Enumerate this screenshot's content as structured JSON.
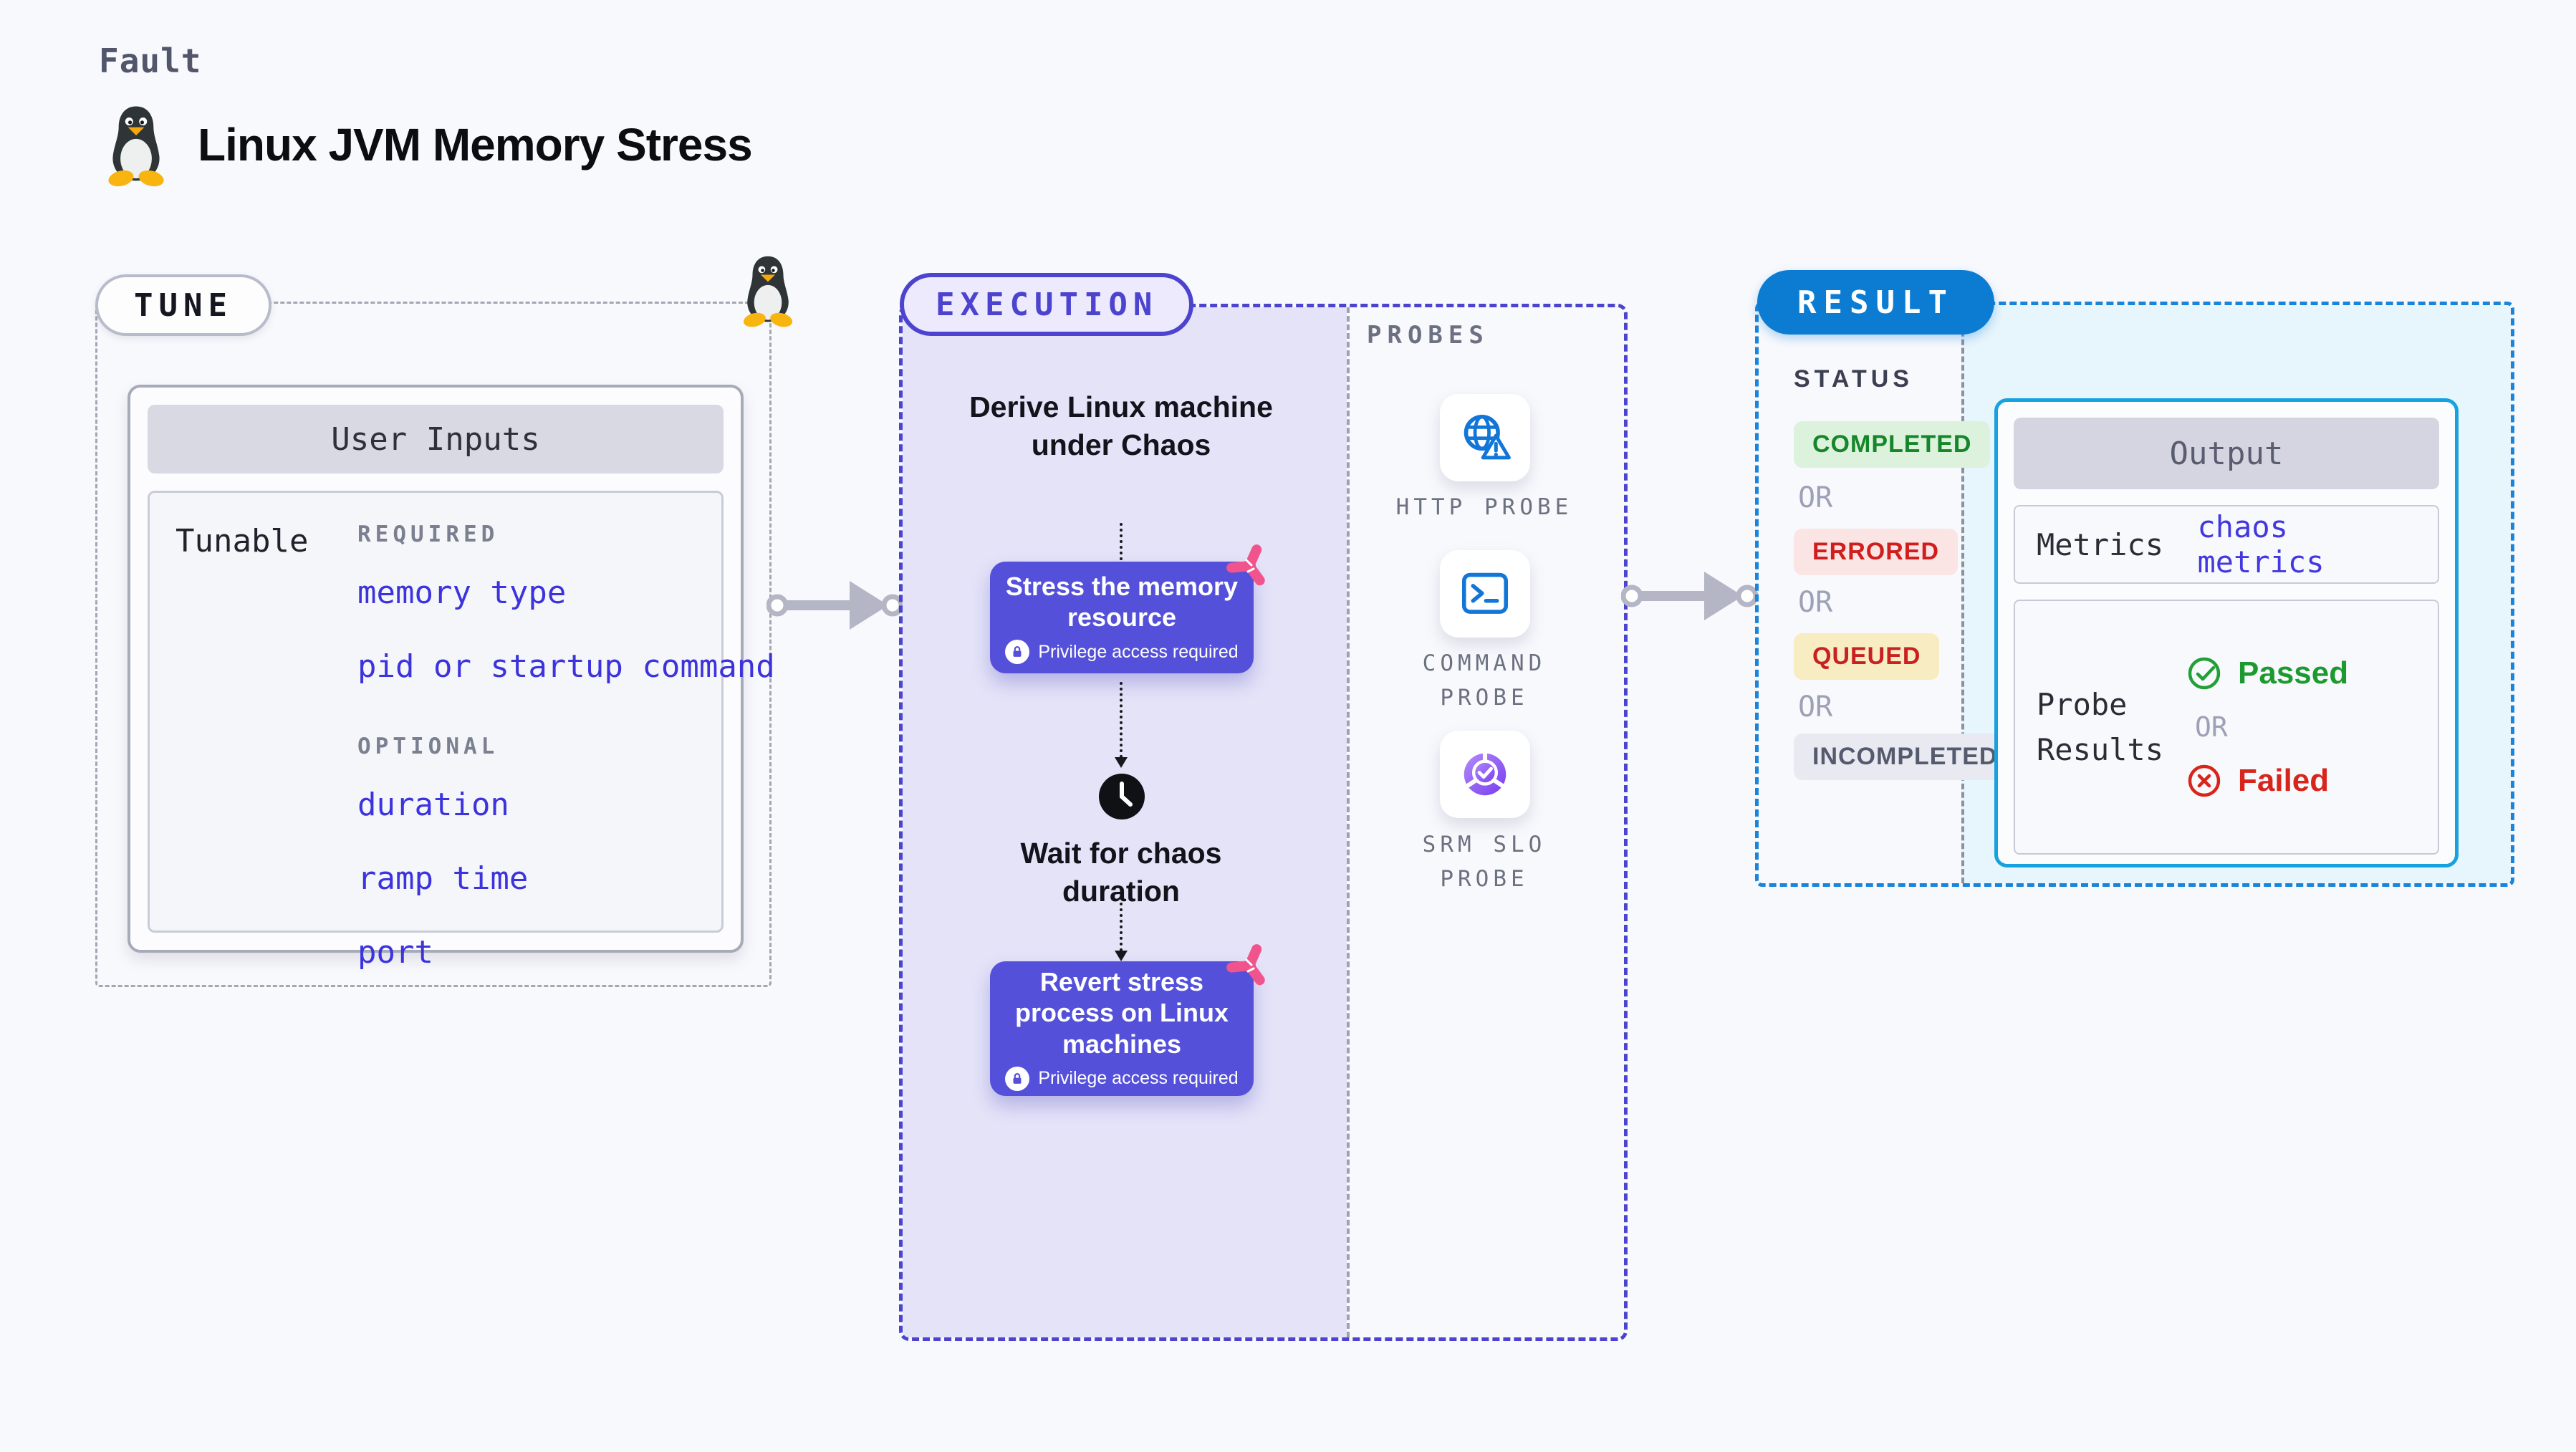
{
  "header": {
    "fault_label": "Fault",
    "title": "Linux JVM Memory Stress"
  },
  "tune": {
    "badge": "TUNE",
    "card_title": "User Inputs",
    "row_label": "Tunable",
    "required_label": "REQUIRED",
    "optional_label": "OPTIONAL",
    "required_fields": [
      "memory type",
      "pid or startup command"
    ],
    "optional_fields": [
      "duration",
      "ramp time",
      "port"
    ]
  },
  "execution": {
    "badge": "EXECUTION",
    "derive_step": "Derive Linux machine under Chaos",
    "stress_step": "Stress the memory resource",
    "wait_step": "Wait for chaos duration",
    "revert_step": "Revert stress process on Linux machines",
    "privilege_note": "Privilege access required"
  },
  "probes": {
    "label": "PROBES",
    "items": [
      {
        "label": "HTTP PROBE",
        "icon": "globe-alert-icon"
      },
      {
        "label": "COMMAND PROBE",
        "icon": "terminal-icon"
      },
      {
        "label": "SRM SLO PROBE",
        "icon": "slo-donut-icon"
      }
    ]
  },
  "result": {
    "badge": "RESULT",
    "status_label": "STATUS",
    "or_label": "OR",
    "statuses": [
      "COMPLETED",
      "ERRORED",
      "QUEUED",
      "INCOMPLETED"
    ],
    "output": {
      "title": "Output",
      "metrics_label": "Metrics",
      "metrics_value": "chaos metrics",
      "probe_results_label": "Probe Results",
      "passed_label": "Passed",
      "failed_label": "Failed",
      "or_label": "OR"
    }
  },
  "colors": {
    "accent_indigo": "#4C43CE",
    "button_indigo": "#5450DA",
    "result_blue": "#0C7CD3",
    "output_border_cyan": "#16A2DF",
    "chaos_pink": "#F1548C",
    "passed_green": "#1D9A2F",
    "failed_red": "#D8251C",
    "completed_green": "#15862A",
    "errored_red": "#D01D1D",
    "queued_red": "#C92020",
    "incompleted_gray": "#555A6E",
    "link_blue": "#3C33DD",
    "lavender_fill": "#E4E3F8",
    "cyan_fill": "#E7F5FC"
  }
}
